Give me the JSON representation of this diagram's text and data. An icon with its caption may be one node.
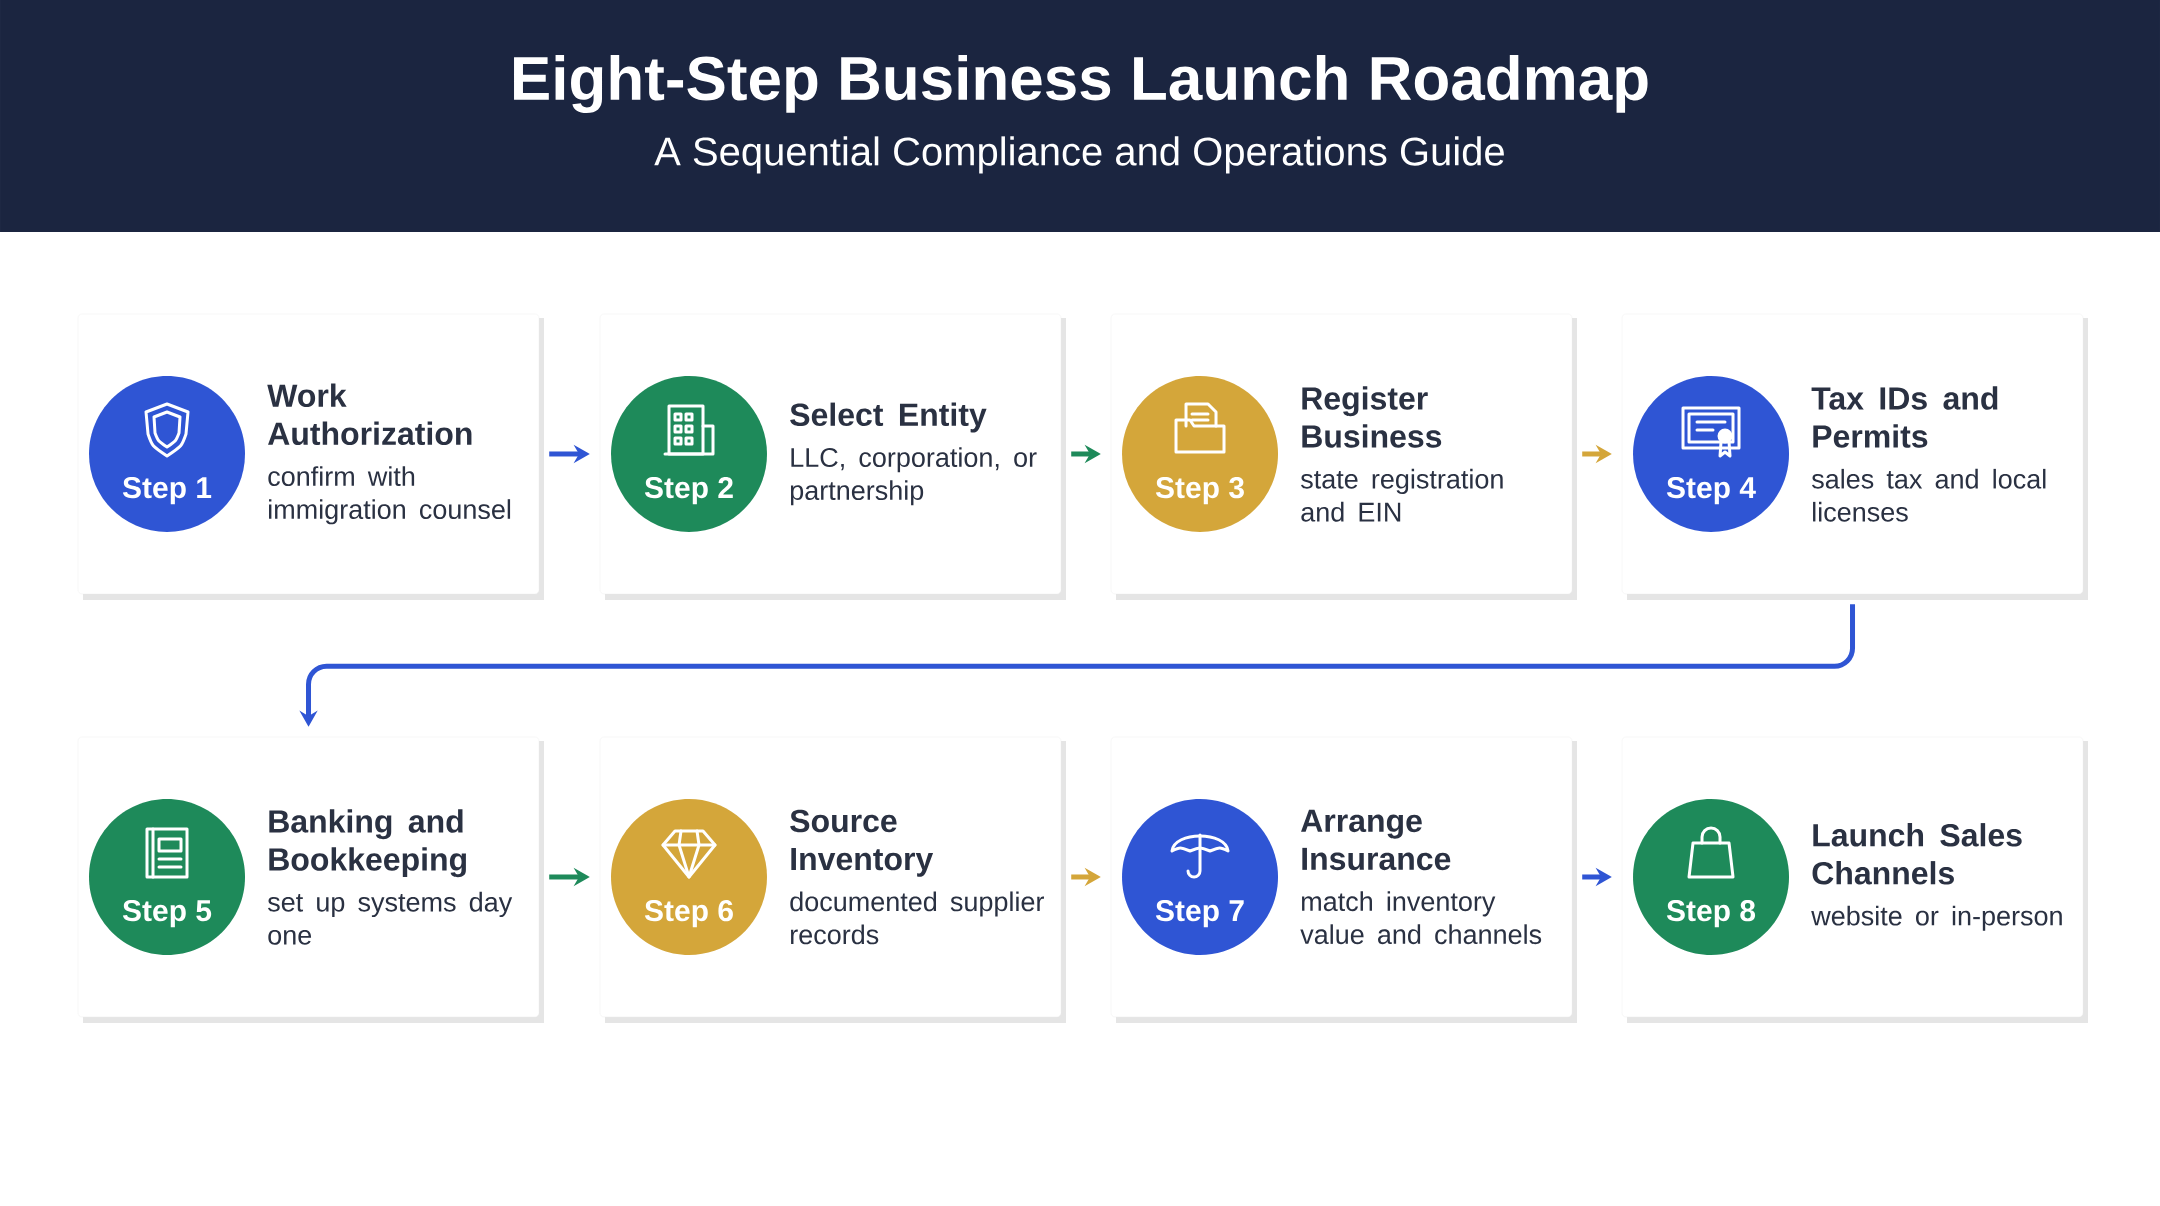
{
  "diagram": {
    "title": "Eight-Step Business Launch Roadmap",
    "nodes": [
      {
        "text": [
          "Work Authorization",
          "confirm with immigration counsel"
        ]
      },
      {
        "text": [
          "Step 1"
        ],
        "in": 0
      },
      {
        "text": [
          "Select Entity",
          "LLC, corporation, or partnership"
        ]
      },
      {
        "text": [
          "Step 2"
        ],
        "in": 2
      },
      {
        "text": [
          "Register Business",
          "state registration and EIN"
        ]
      },
      {
        "text": [
          "Step 3"
        ],
        "in": 4
      },
      {
        "text": [
          "Tax IDs and Permits",
          "sales tax and local licenses"
        ]
      },
      {
        "text": [
          "Step 4"
        ],
        "in": 6
      },
      {
        "text": [
          "Banking and Bookkeeping",
          "set up systems day one"
        ]
      },
      {
        "text": [
          "Step 5"
        ],
        "in": 8
      },
      {
        "text": [
          "Source Inventory",
          "documented supplier records"
        ]
      },
      {
        "text": [
          "Step 6"
        ],
        "in": 10
      },
      {
        "text": [
          "Arrange Insurance",
          "match inventory value and channels"
        ]
      },
      {
        "text": [
          "Step 7"
        ],
        "in": 12
      },
      {
        "text": [
          "Launch Sales Channels",
          "website or in-person"
        ]
      },
      {
        "text": [
          "Step 8"
        ],
        "in": 14
      }
    ],
    "edges": [
      {
        "from": 0,
        "to": 2,
        "arrow": "to"
      },
      {
        "from": 2,
        "to": 4,
        "arrow": "to",
        "color": "#1e8a5a"
      },
      {
        "from": 4,
        "to": 6,
        "arrow": "to",
        "color": "#d4a63a"
      },
      {
        "from": 6,
        "to": 8,
        "arrow": "to"
      },
      {
        "from": 8,
        "to": 10,
        "arrow": "to",
        "color": "#1e8a5a"
      },
      {
        "from": 10,
        "to": 12,
        "arrow": "to",
        "color": "#d4a63a"
      },
      {
        "from": 12,
        "to": 14,
        "arrow": "to"
      }
    ],
    "labels": [
      "A Sequential Compliance and Operations Guide"
    ]
  }
}
